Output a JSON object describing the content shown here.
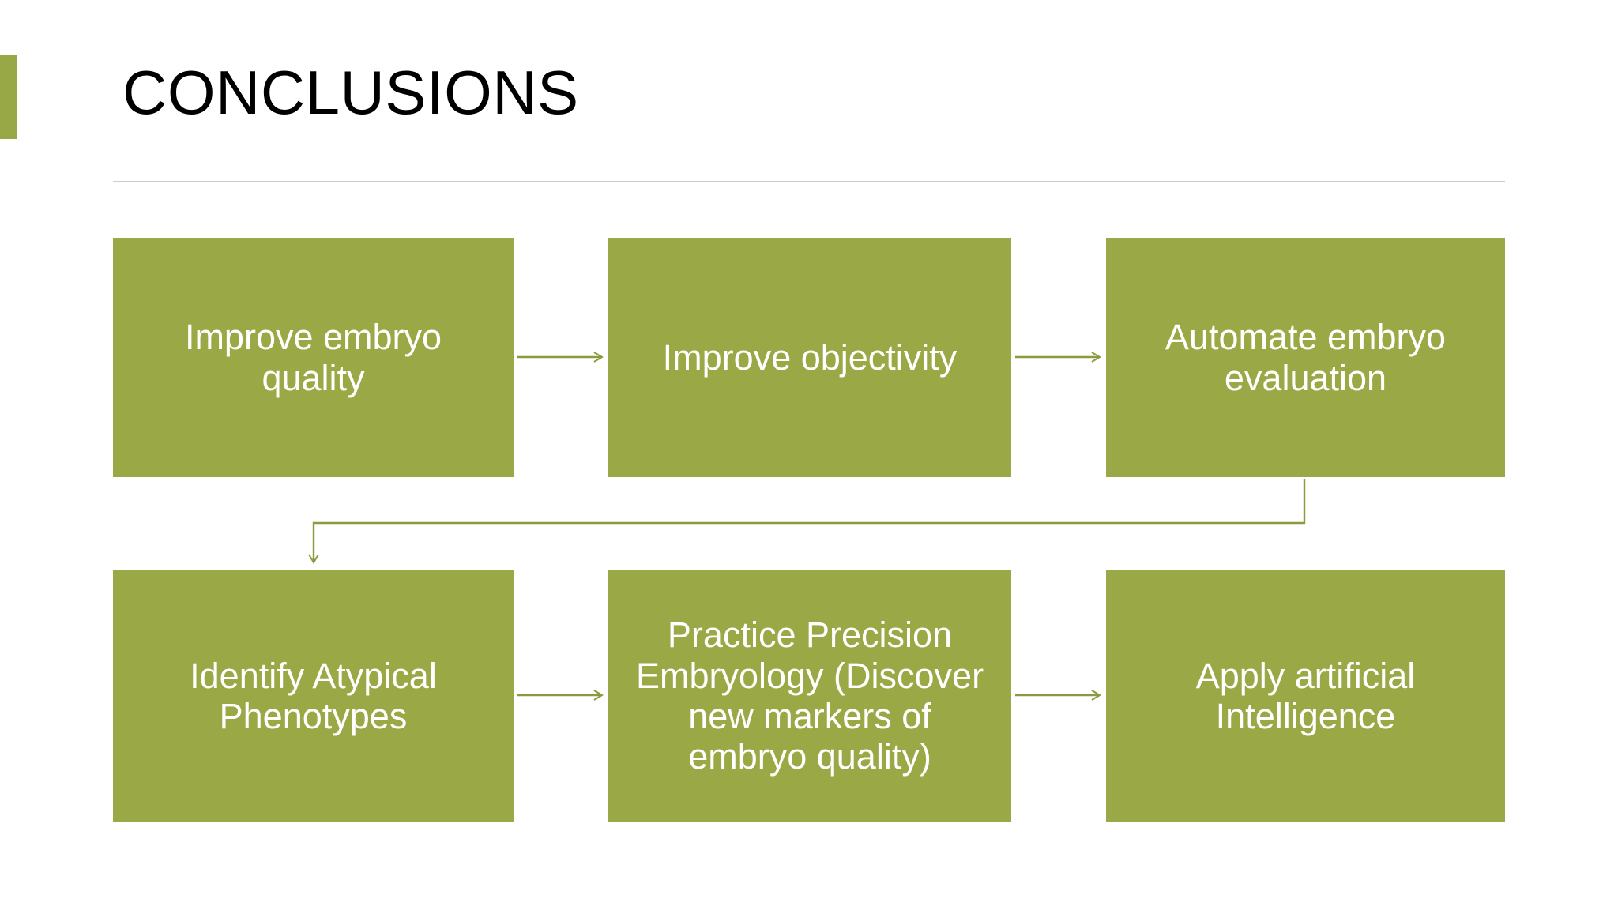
{
  "slide": {
    "title": "CONCLUSIONS",
    "accent_color": "#99a846",
    "box_fill_color": "#9aa946",
    "box_text_color": "#ffffff",
    "connector_color": "#8a9a3c",
    "divider_color": "#cdcdcd",
    "background_color": "#ffffff"
  },
  "diagram": {
    "type": "process-flow",
    "rows": [
      {
        "name": "top-row",
        "boxes": [
          {
            "id": "improve-embryo-quality",
            "label": "Improve embryo\nquality"
          },
          {
            "id": "improve-objectivity",
            "label": "Improve objectivity"
          },
          {
            "id": "automate-embryo-evaluation",
            "label": "Automate embryo\nevaluation"
          }
        ]
      },
      {
        "name": "bottom-row",
        "boxes": [
          {
            "id": "identify-atypical-phenotypes",
            "label": "Identify Atypical\nPhenotypes"
          },
          {
            "id": "practice-precision-embryology",
            "label": "Practice Precision\nEmbryology (Discover\nnew markers of\nembryo quality)"
          },
          {
            "id": "apply-artificial-intelligence",
            "label": "Apply artificial\nIntelligence"
          }
        ]
      }
    ],
    "connectors": [
      {
        "id": "arrow-top-1-to-2",
        "from": "improve-embryo-quality",
        "to": "improve-objectivity",
        "style": "straight-right"
      },
      {
        "id": "arrow-top-2-to-3",
        "from": "improve-objectivity",
        "to": "automate-embryo-evaluation",
        "style": "straight-right"
      },
      {
        "id": "arrow-elbow-3-to-4",
        "from": "automate-embryo-evaluation",
        "to": "identify-atypical-phenotypes",
        "style": "elbow-down-left-down"
      },
      {
        "id": "arrow-bottom-1-to-2",
        "from": "identify-atypical-phenotypes",
        "to": "practice-precision-embryology",
        "style": "straight-right"
      },
      {
        "id": "arrow-bottom-2-to-3",
        "from": "practice-precision-embryology",
        "to": "apply-artificial-intelligence",
        "style": "straight-right"
      }
    ]
  }
}
